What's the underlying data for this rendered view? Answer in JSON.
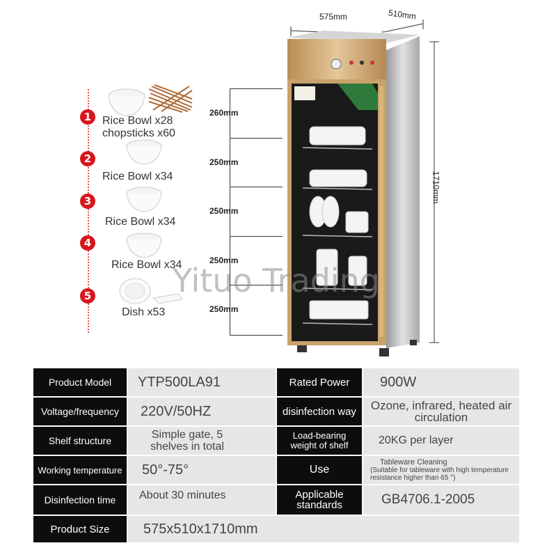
{
  "dimensions": {
    "width": "575mm",
    "depth": "510mm",
    "height": "1710mm",
    "shelf_gaps": [
      "260mm",
      "250mm",
      "250mm",
      "250mm",
      "250mm"
    ]
  },
  "shelves": [
    {
      "num": "1",
      "label_lines": [
        "Rice Bowl x28",
        "chopsticks x60"
      ]
    },
    {
      "num": "2",
      "label_lines": [
        "Rice Bowl x34"
      ]
    },
    {
      "num": "3",
      "label_lines": [
        "Rice Bowl x34"
      ]
    },
    {
      "num": "4",
      "label_lines": [
        "Rice Bowl x34"
      ]
    },
    {
      "num": "5",
      "label_lines": [
        "Dish x53"
      ]
    }
  ],
  "watermark": "Yituo Trading",
  "specs": {
    "model_label": "Product Model",
    "model_value": "YTP500LA91",
    "power_label": "Rated Power",
    "power_value": "900W",
    "voltage_label": "Voltage/frequency",
    "voltage_value": "220V/50HZ",
    "disinfection_way_label": "disinfection way",
    "disinfection_way_value": "Ozone, infrared, heated air circulation",
    "shelf_label": "Shelf structure",
    "shelf_value": "Simple gate, 5 shelves in total",
    "load_label": "Load-bearing weight of shelf",
    "load_value": "20KG per layer",
    "temp_label": "Working temperature",
    "temp_value": "50°-75°",
    "use_label": "Use",
    "use_value_1": "Tableware Cleaning",
    "use_value_2": "(Suitable for tableware with high temperature resistance higher than 65 °)",
    "time_label": "Disinfection time",
    "time_value": "About 30 minutes",
    "standard_label": "Applicable standards",
    "standard_value": "GB4706.1-2005",
    "size_label": "Product Size",
    "size_value": "575x510x1710mm"
  },
  "colors": {
    "header_cell": "#0d0d0d",
    "value_cell": "#e6e6e6",
    "badge": "#d6161c",
    "cabinet_gold": "#c9a26a",
    "cabinet_steel": "#c8c8c8"
  }
}
